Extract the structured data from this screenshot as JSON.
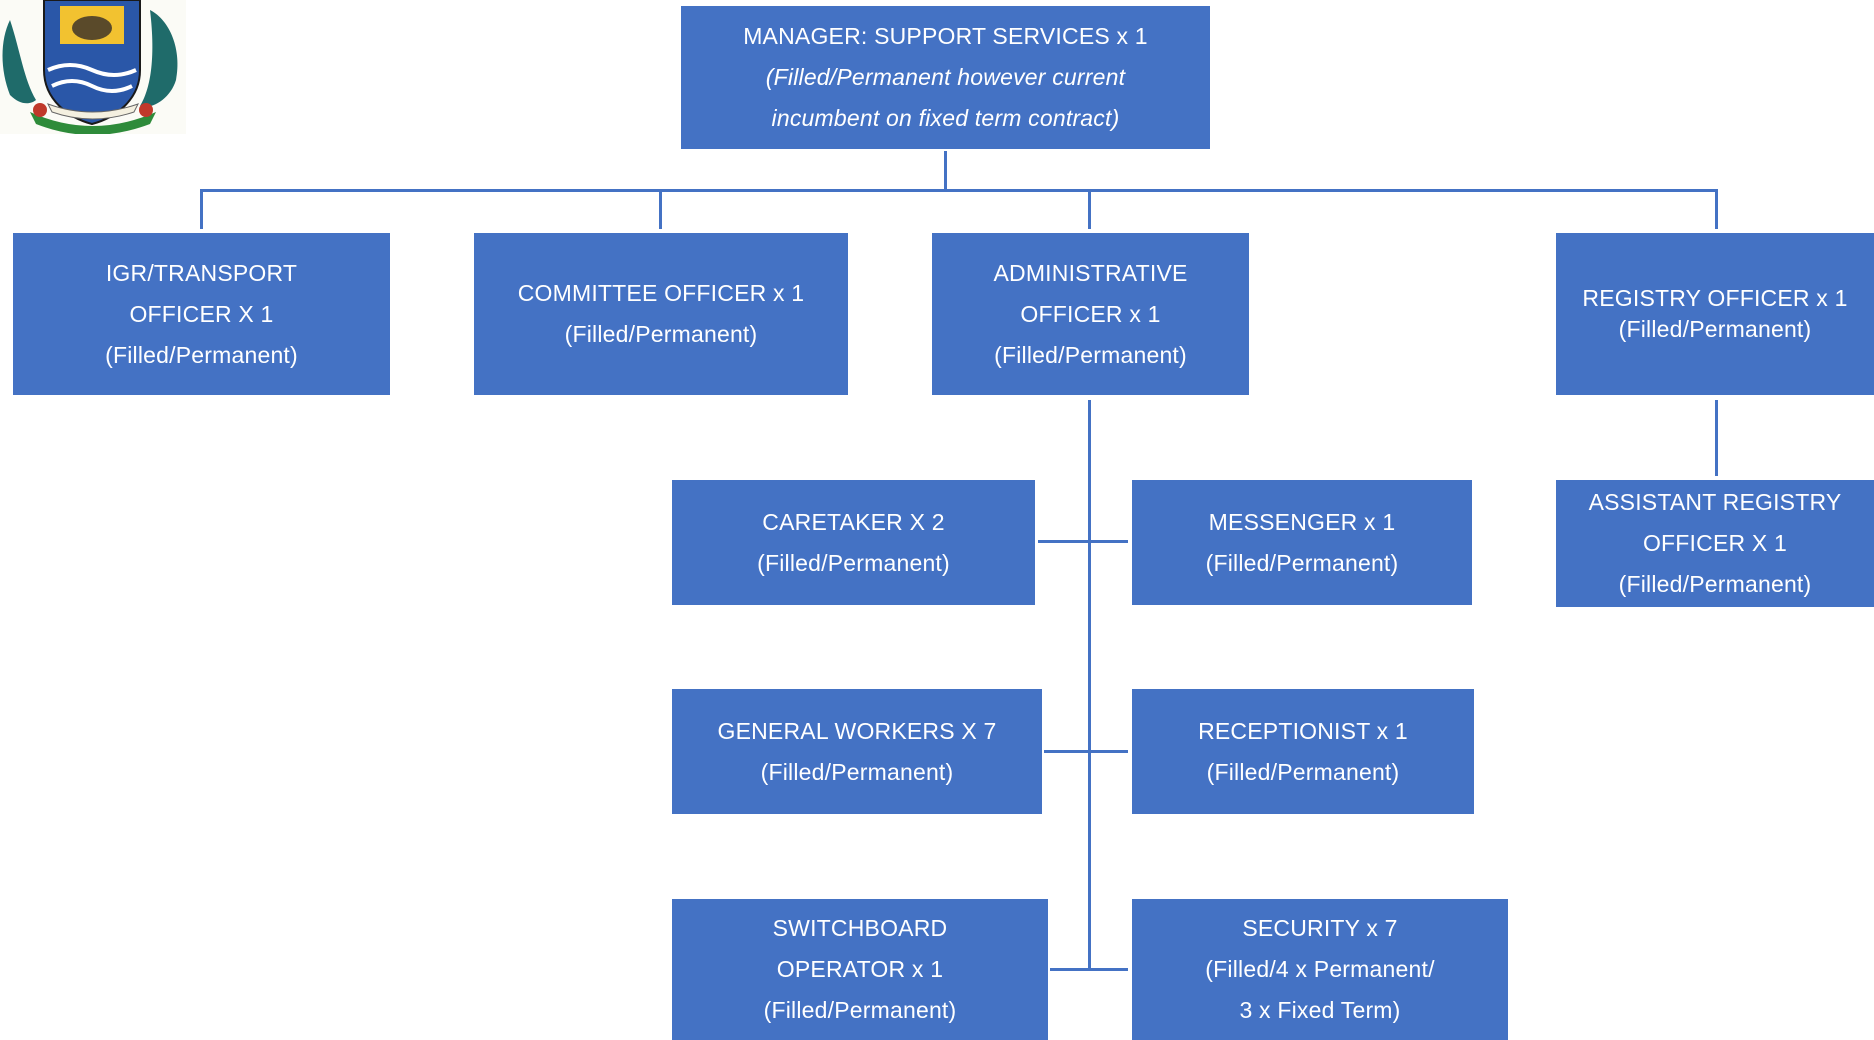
{
  "colors": {
    "box_fill": "#4472c4",
    "connector": "#4472c4",
    "text": "#ffffff"
  },
  "crest": {
    "icon": "municipal-coat-of-arms",
    "motto": ""
  },
  "manager": {
    "line1": "MANAGER: SUPPORT SERVICES x 1",
    "line2": "(Filled/Permanent however current",
    "line3": "incumbent on fixed term contract)"
  },
  "igr": {
    "line1": "IGR/TRANSPORT",
    "line2": "OFFICER X 1",
    "line3": "(Filled/Permanent)"
  },
  "committee": {
    "line1": "COMMITTEE OFFICER x 1",
    "line2": "(Filled/Permanent)"
  },
  "admin": {
    "line1": "ADMINISTRATIVE",
    "line2": "OFFICER x 1",
    "line3": "(Filled/Permanent)"
  },
  "registry": {
    "line1": "REGISTRY OFFICER x 1",
    "line2": "(Filled/Permanent)"
  },
  "assistant_registry": {
    "line1": "ASSISTANT REGISTRY",
    "line2": "OFFICER X 1",
    "line3": "(Filled/Permanent)"
  },
  "caretaker": {
    "line1": "CARETAKER X 2",
    "line2": "(Filled/Permanent)"
  },
  "messenger": {
    "line1": "MESSENGER x 1",
    "line2": "(Filled/Permanent)"
  },
  "general_workers": {
    "line1": "GENERAL WORKERS X 7",
    "line2": "(Filled/Permanent)"
  },
  "receptionist": {
    "line1": "RECEPTIONIST x 1",
    "line2": "(Filled/Permanent)"
  },
  "switchboard": {
    "line1": "SWITCHBOARD",
    "line2": "OPERATOR x 1",
    "line3": "(Filled/Permanent)"
  },
  "security": {
    "line1": "SECURITY x 7",
    "line2": "(Filled/4 x Permanent/",
    "line3": "3 x Fixed Term)"
  }
}
